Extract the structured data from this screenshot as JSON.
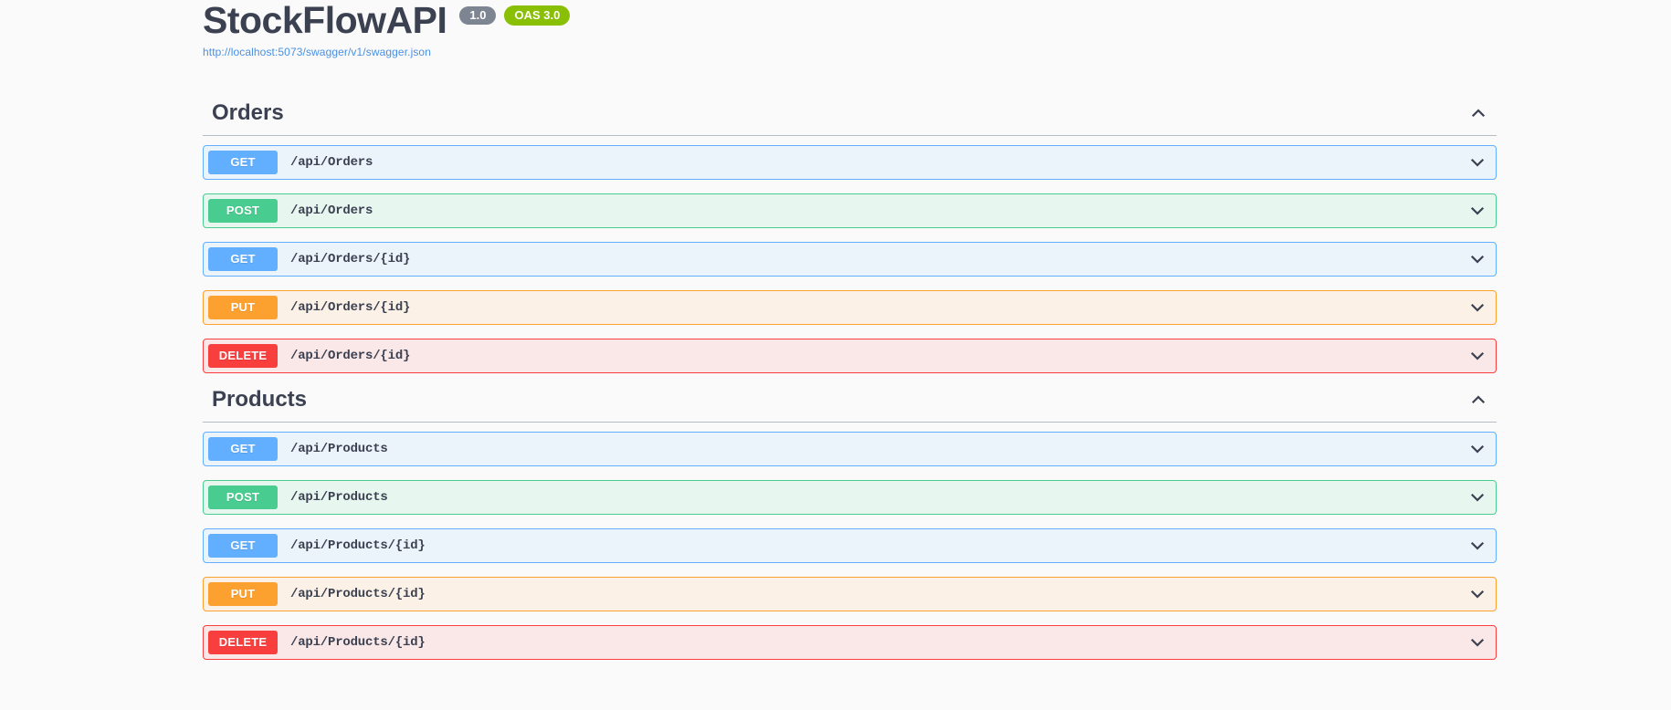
{
  "info": {
    "title": "StockFlowAPI",
    "version_badge": "1.0",
    "oas_badge": "OAS 3.0",
    "spec_url": "http://localhost:5073/swagger/v1/swagger.json"
  },
  "colors": {
    "page_background": "#fafafa",
    "text": "#3b4151",
    "link": "#4990e2",
    "version_badge_bg": "#7d8492",
    "oas_badge_bg": "#89bf04",
    "get": "#61affe",
    "post": "#49cc90",
    "put": "#fca130",
    "delete": "#f93e3e",
    "get_row_bg": "#ebf3fb",
    "post_row_bg": "#e8f6f0",
    "put_row_bg": "#fbf1e6",
    "delete_row_bg": "#fae7e7",
    "divider": "#b5bcc4"
  },
  "icons": {
    "section_collapse": "chevron-up-icon",
    "row_expand": "chevron-down-icon"
  },
  "sections": [
    {
      "name": "Orders",
      "expanded": true,
      "operations": [
        {
          "method": "GET",
          "path": "/api/Orders"
        },
        {
          "method": "POST",
          "path": "/api/Orders"
        },
        {
          "method": "GET",
          "path": "/api/Orders/{id}"
        },
        {
          "method": "PUT",
          "path": "/api/Orders/{id}"
        },
        {
          "method": "DELETE",
          "path": "/api/Orders/{id}"
        }
      ]
    },
    {
      "name": "Products",
      "expanded": true,
      "operations": [
        {
          "method": "GET",
          "path": "/api/Products"
        },
        {
          "method": "POST",
          "path": "/api/Products"
        },
        {
          "method": "GET",
          "path": "/api/Products/{id}"
        },
        {
          "method": "PUT",
          "path": "/api/Products/{id}"
        },
        {
          "method": "DELETE",
          "path": "/api/Products/{id}"
        }
      ]
    }
  ]
}
